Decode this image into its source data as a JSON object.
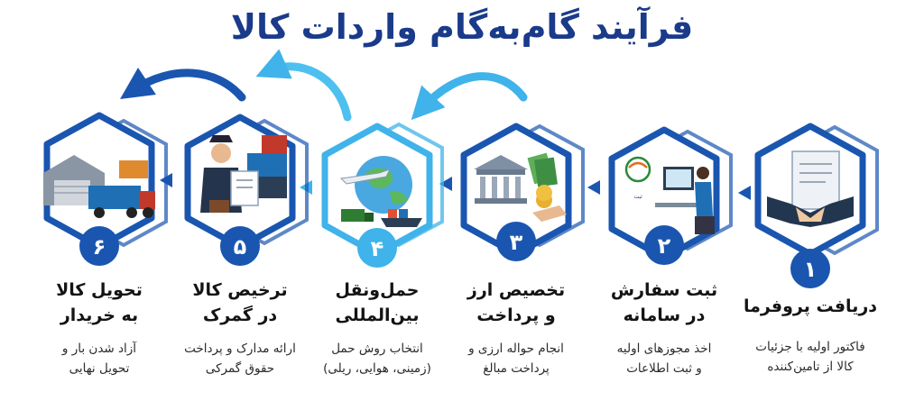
{
  "title": "فرآیند گام‌به‌گام  واردات کالا",
  "colors": {
    "dark_blue": "#1a56b0",
    "light_blue": "#3fb3ea",
    "title": "#1a3a8a"
  },
  "steps": [
    {
      "number": "۱",
      "title_line1": "دریافت پروفرما",
      "title_line2": "",
      "desc_line1": "فاکتور اولیه با جزئیات",
      "desc_line2": "کالا از تامین‌کننده",
      "icon": "handshake-icon"
    },
    {
      "number": "۲",
      "title_line1": "ثبت سفارش",
      "title_line2": "در سامانه",
      "desc_line1": "اخذ مجوزهای اولیه",
      "desc_line2": "و ثبت اطلاعات",
      "icon": "computer-user-icon"
    },
    {
      "number": "۳",
      "title_line1": "تخصیص ارز",
      "title_line2": "و پرداخت",
      "desc_line1": "انجام حواله ارزی و",
      "desc_line2": "پرداخت مبالغ",
      "icon": "bank-money-icon"
    },
    {
      "number": "۴",
      "title_line1": "حمل‌ونقل",
      "title_line2": "بین‌المللی",
      "desc_line1": "انتخاب روش حمل",
      "desc_line2": "(زمینی، هوایی، ریلی)",
      "icon": "globe-transport-icon"
    },
    {
      "number": "۵",
      "title_line1": "ترخیص کالا",
      "title_line2": "در گمرک",
      "desc_line1": "ارائه مدارک و پرداخت",
      "desc_line2": "حقوق گمرکی",
      "icon": "customs-officer-icon"
    },
    {
      "number": "۶",
      "title_line1": "تحویل کالا",
      "title_line2": "به خریدار",
      "desc_line1": "آزاد شدن بار و",
      "desc_line2": "تحویل نهایی",
      "icon": "warehouse-truck-icon"
    }
  ]
}
